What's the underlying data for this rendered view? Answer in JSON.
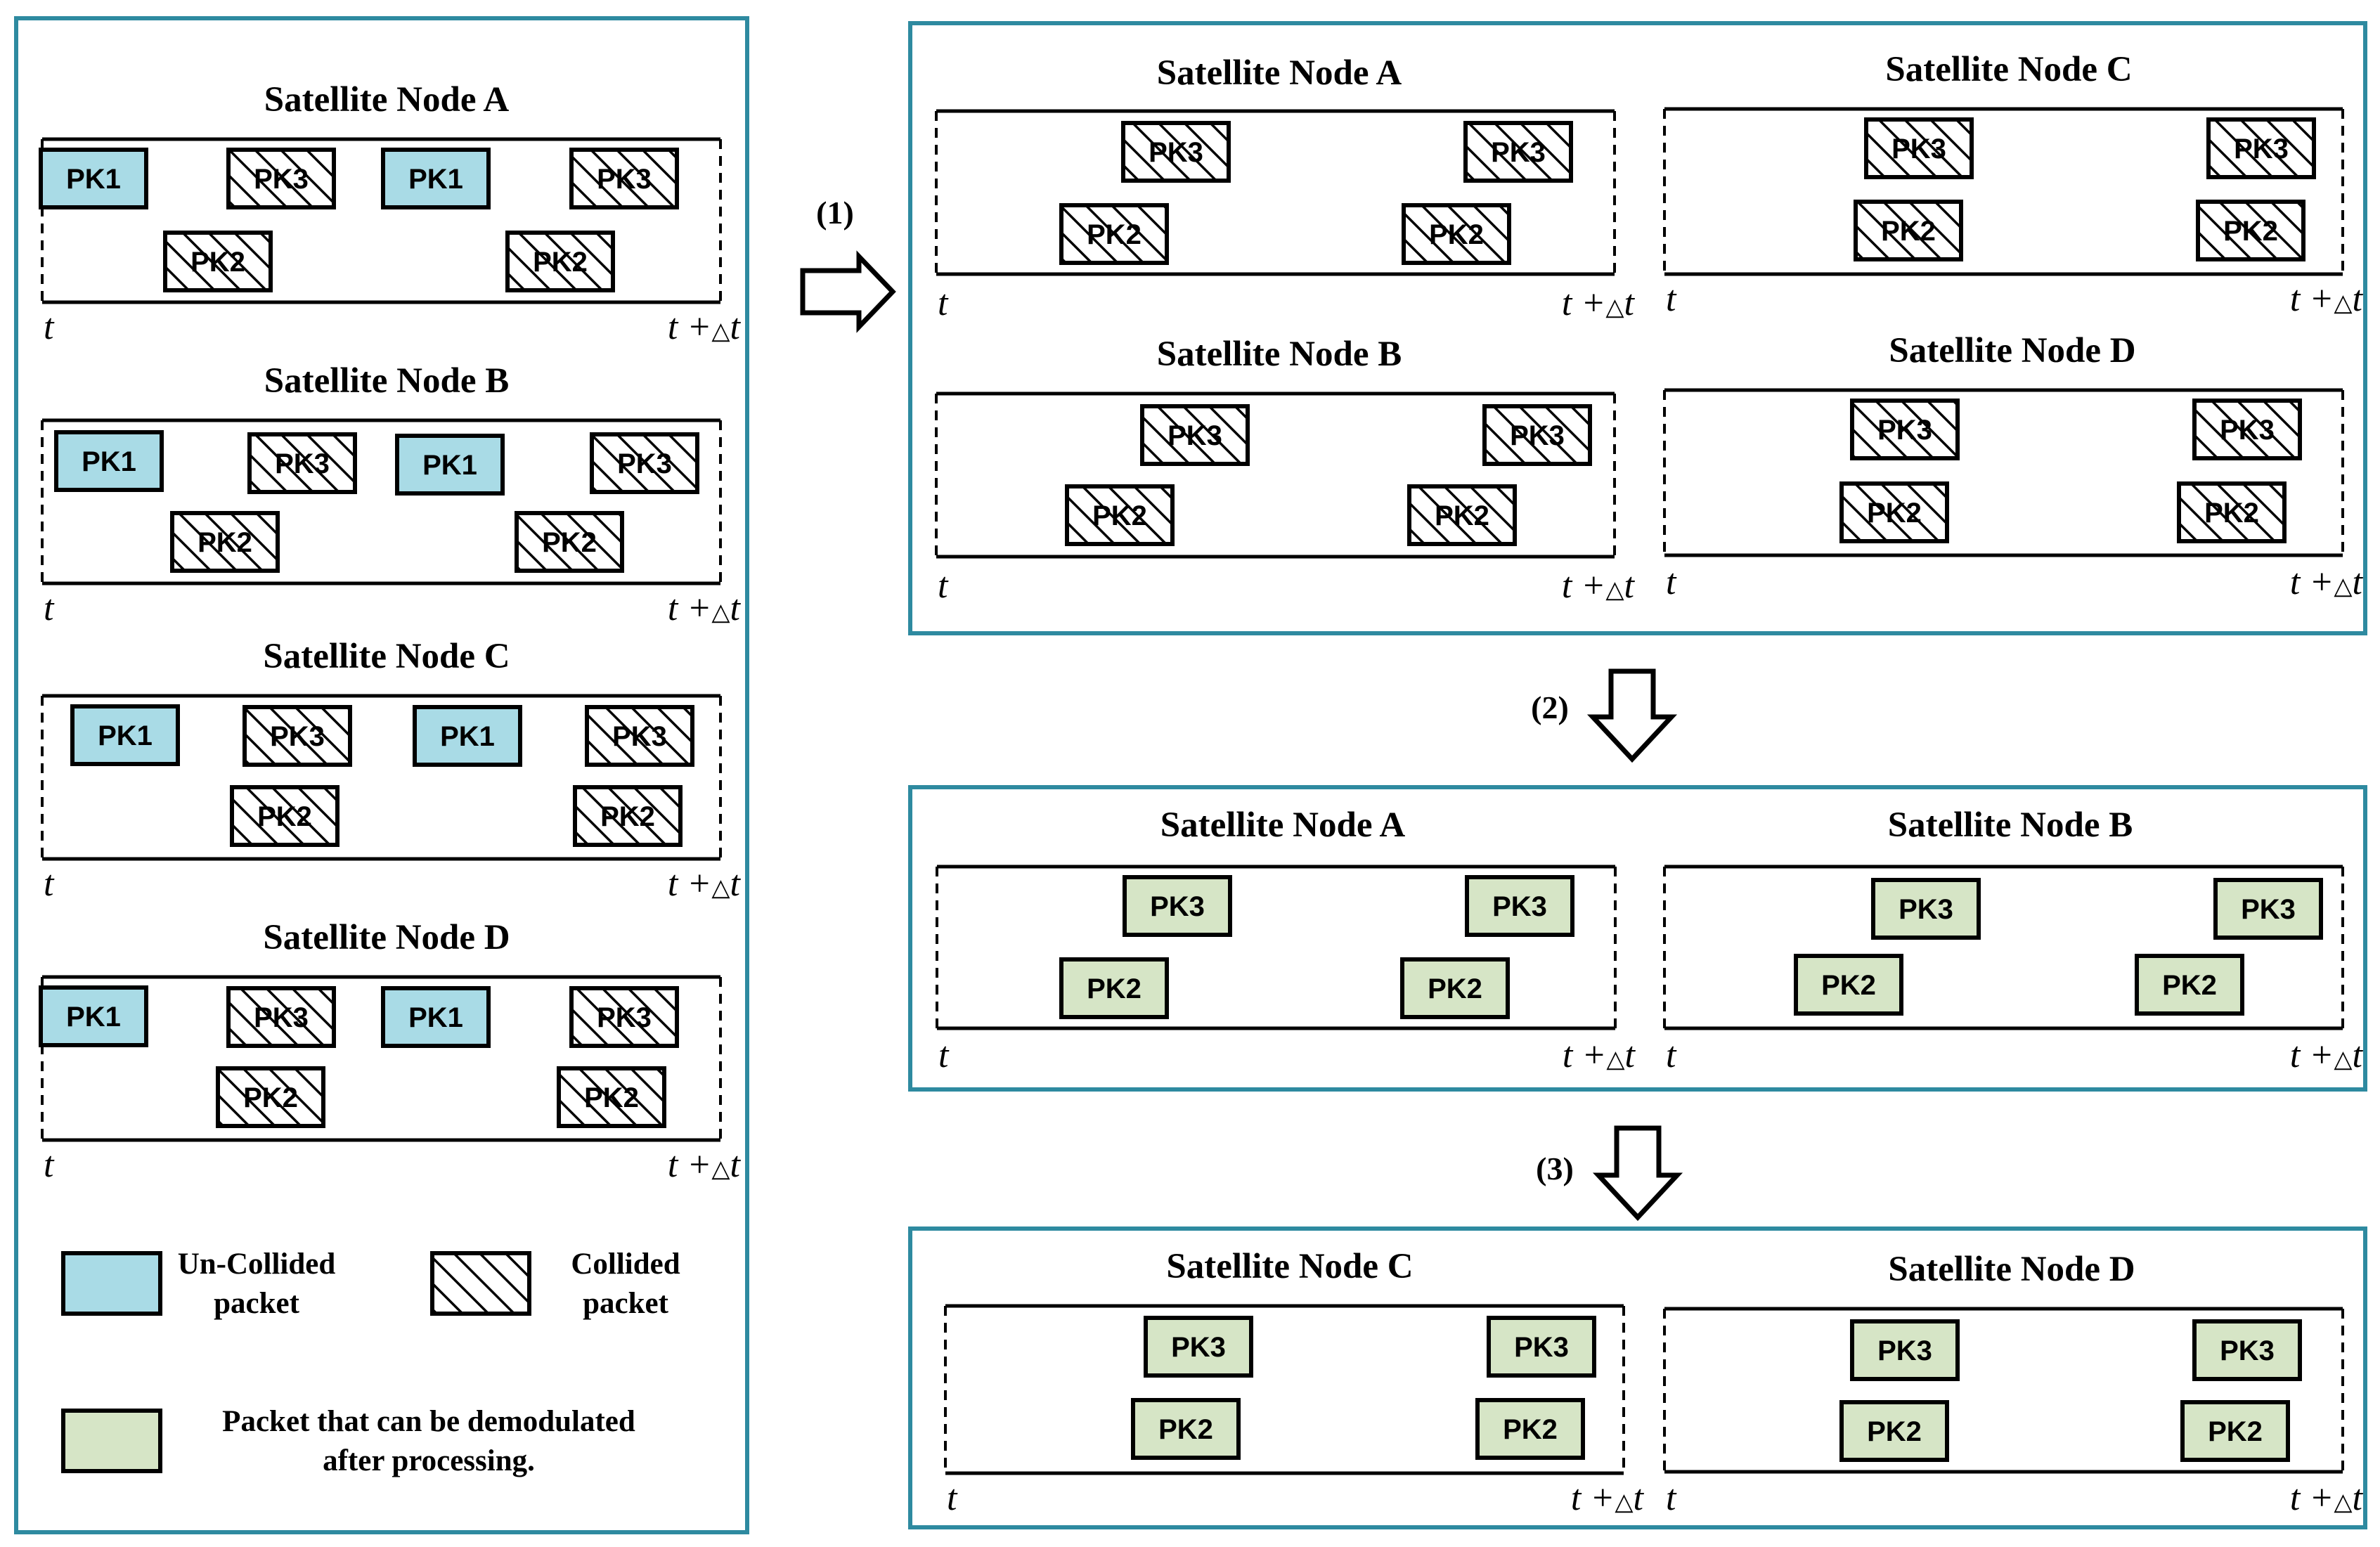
{
  "colors": {
    "frame": "#2e8aa0",
    "uncollided": "#a9dbe6",
    "demodulated": "#d6e5c6",
    "collided_fill": "#ffffff",
    "stroke": "#000000"
  },
  "time_labels": {
    "start": "t",
    "end_prefix": "t +",
    "delta": "△",
    "end_suffix": "t"
  },
  "left_panel": {
    "nodes": [
      {
        "title": "Satellite Node A",
        "packets": [
          {
            "label": "PK1",
            "type": "uncollided"
          },
          {
            "label": "PK3",
            "type": "collided"
          },
          {
            "label": "PK1",
            "type": "uncollided"
          },
          {
            "label": "PK3",
            "type": "collided"
          },
          {
            "label": "PK2",
            "type": "collided"
          },
          {
            "label": "PK2",
            "type": "collided"
          }
        ]
      },
      {
        "title": "Satellite Node B",
        "packets": [
          {
            "label": "PK1",
            "type": "uncollided"
          },
          {
            "label": "PK3",
            "type": "collided"
          },
          {
            "label": "PK1",
            "type": "uncollided"
          },
          {
            "label": "PK3",
            "type": "collided"
          },
          {
            "label": "PK2",
            "type": "collided"
          },
          {
            "label": "PK2",
            "type": "collided"
          }
        ]
      },
      {
        "title": "Satellite Node C",
        "packets": [
          {
            "label": "PK1",
            "type": "uncollided"
          },
          {
            "label": "PK3",
            "type": "collided"
          },
          {
            "label": "PK1",
            "type": "uncollided"
          },
          {
            "label": "PK3",
            "type": "collided"
          },
          {
            "label": "PK2",
            "type": "collided"
          },
          {
            "label": "PK2",
            "type": "collided"
          }
        ]
      },
      {
        "title": "Satellite Node D",
        "packets": [
          {
            "label": "PK1",
            "type": "uncollided"
          },
          {
            "label": "PK3",
            "type": "collided"
          },
          {
            "label": "PK1",
            "type": "uncollided"
          },
          {
            "label": "PK3",
            "type": "collided"
          },
          {
            "label": "PK2",
            "type": "collided"
          },
          {
            "label": "PK2",
            "type": "collided"
          }
        ]
      }
    ],
    "legend": {
      "uncollided": [
        "Un-Collided",
        "packet"
      ],
      "collided": [
        "Collided",
        "packet"
      ],
      "demodulated": [
        "Packet that can be demodulated",
        "after processing."
      ]
    }
  },
  "steps": [
    "(1)",
    "(2)",
    "(3)"
  ],
  "panel_1": {
    "nodes": [
      {
        "title": "Satellite Node A",
        "packets": [
          {
            "label": "PK3",
            "type": "collided"
          },
          {
            "label": "PK3",
            "type": "collided"
          },
          {
            "label": "PK2",
            "type": "collided"
          },
          {
            "label": "PK2",
            "type": "collided"
          }
        ]
      },
      {
        "title": "Satellite Node C",
        "packets": [
          {
            "label": "PK3",
            "type": "collided"
          },
          {
            "label": "PK3",
            "type": "collided"
          },
          {
            "label": "PK2",
            "type": "collided"
          },
          {
            "label": "PK2",
            "type": "collided"
          }
        ]
      },
      {
        "title": "Satellite Node B",
        "packets": [
          {
            "label": "PK3",
            "type": "collided"
          },
          {
            "label": "PK3",
            "type": "collided"
          },
          {
            "label": "PK2",
            "type": "collided"
          },
          {
            "label": "PK2",
            "type": "collided"
          }
        ]
      },
      {
        "title": "Satellite Node D",
        "packets": [
          {
            "label": "PK3",
            "type": "collided"
          },
          {
            "label": "PK3",
            "type": "collided"
          },
          {
            "label": "PK2",
            "type": "collided"
          },
          {
            "label": "PK2",
            "type": "collided"
          }
        ]
      }
    ]
  },
  "panel_2": {
    "nodes": [
      {
        "title": "Satellite Node A",
        "packets": [
          {
            "label": "PK3",
            "type": "demodulated"
          },
          {
            "label": "PK3",
            "type": "demodulated"
          },
          {
            "label": "PK2",
            "type": "demodulated"
          },
          {
            "label": "PK2",
            "type": "demodulated"
          }
        ]
      },
      {
        "title": "Satellite Node B",
        "packets": [
          {
            "label": "PK3",
            "type": "demodulated"
          },
          {
            "label": "PK3",
            "type": "demodulated"
          },
          {
            "label": "PK2",
            "type": "demodulated"
          },
          {
            "label": "PK2",
            "type": "demodulated"
          }
        ]
      }
    ]
  },
  "panel_3": {
    "nodes": [
      {
        "title": "Satellite Node C",
        "packets": [
          {
            "label": "PK3",
            "type": "demodulated"
          },
          {
            "label": "PK3",
            "type": "demodulated"
          },
          {
            "label": "PK2",
            "type": "demodulated"
          },
          {
            "label": "PK2",
            "type": "demodulated"
          }
        ]
      },
      {
        "title": "Satellite Node D",
        "packets": [
          {
            "label": "PK3",
            "type": "demodulated"
          },
          {
            "label": "PK3",
            "type": "demodulated"
          },
          {
            "label": "PK2",
            "type": "demodulated"
          },
          {
            "label": "PK2",
            "type": "demodulated"
          }
        ]
      }
    ]
  }
}
